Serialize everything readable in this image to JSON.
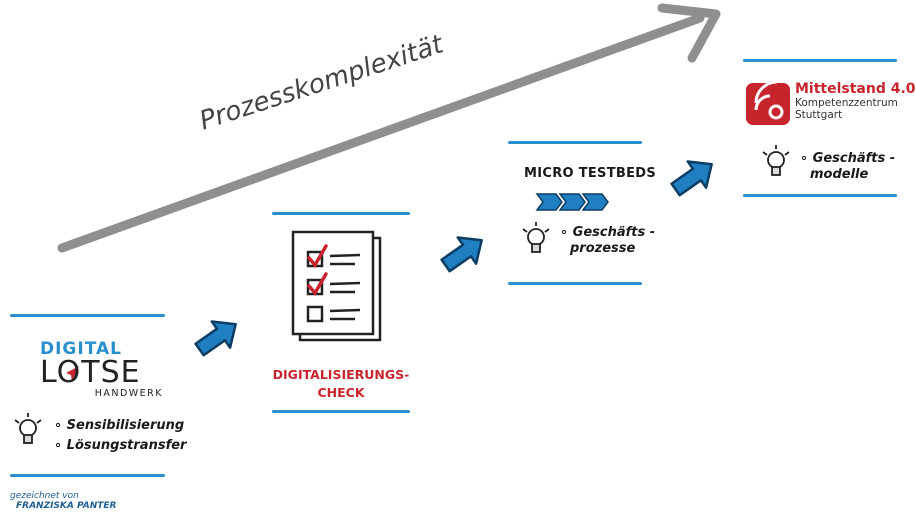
{
  "axis_label": "Prozesskomplexität",
  "stages": [
    {
      "logo": {
        "line1": "DIGITAL",
        "line2": "LOTSE",
        "line3": "HANDWERK"
      },
      "bullets": [
        "Sensibilisierung",
        "Lösungstransfer"
      ]
    },
    {
      "title_lines": [
        "DIGITALISIERUNGS-",
        "CHECK"
      ]
    },
    {
      "title": "MICRO TESTBEDS",
      "bullets": [
        "Geschäfts -",
        "prozesse"
      ]
    },
    {
      "logo": {
        "title": "Mittelstand 4.0",
        "sub1": "Kompetenzzentrum",
        "sub2": "Stuttgart"
      },
      "bullets": [
        "Geschäfts -",
        "modelle"
      ]
    }
  ],
  "credit": {
    "line1": "gezeichnet von",
    "line2": "FRANZISKA PANTER"
  },
  "colors": {
    "accent_blue": "#2a8fcf",
    "arrow_blue": "#1f7fc0",
    "red": "#c8242c",
    "gray_arrow": "#8f8f8f"
  }
}
